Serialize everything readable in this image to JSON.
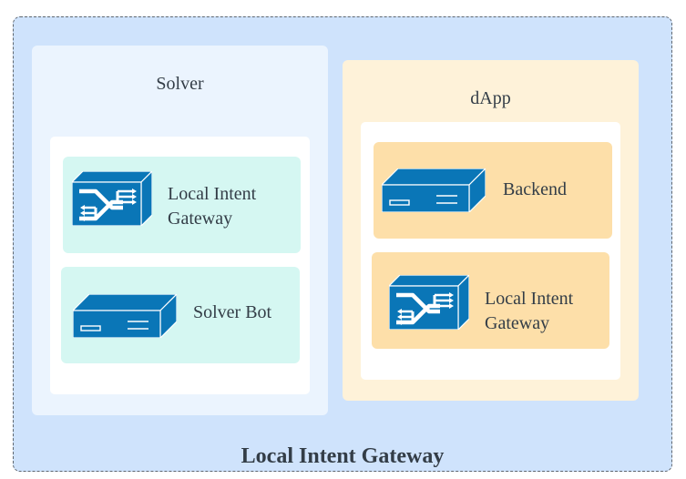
{
  "diagram": {
    "title": "Local Intent Gateway",
    "colors": {
      "outer_bg": "#CFE3FC",
      "solver_bg": "#EBF4FE",
      "dapp_bg": "#FEF2D9",
      "solver_card": "#D5F7F2",
      "dapp_card": "#FDDFA9",
      "icon_blue": "#0A76B7",
      "text": "#333D47"
    },
    "groups": [
      {
        "name": "Solver",
        "components": [
          {
            "label_line1": "Local Intent",
            "label_line2": "Gateway",
            "icon": "gateway-switch-icon"
          },
          {
            "label_line1": "Solver Bot",
            "label_line2": "",
            "icon": "server-box-icon"
          }
        ]
      },
      {
        "name": "dApp",
        "components": [
          {
            "label_line1": "Backend",
            "label_line2": "",
            "icon": "server-box-icon"
          },
          {
            "label_line1": "Local Intent",
            "label_line2": "Gateway",
            "icon": "gateway-switch-icon"
          }
        ]
      }
    ]
  }
}
